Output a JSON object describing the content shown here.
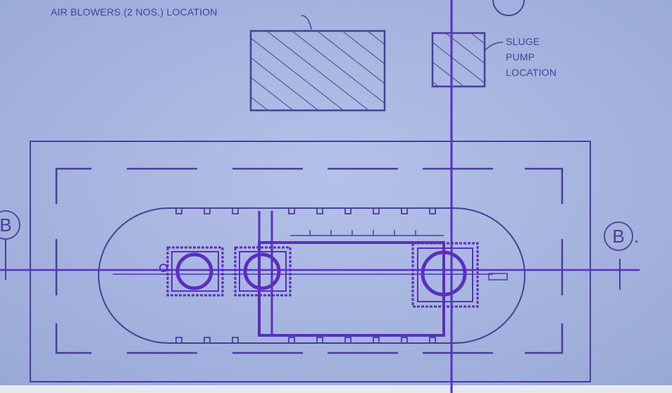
{
  "labels": {
    "air_blowers": "AIR BLOWERS (2 NOS.) LOCATION",
    "sludge_line1": "SLUGE",
    "sludge_line2": "PUMP",
    "sludge_line3": "LOCATION",
    "section_left": "B",
    "section_right": "B",
    "section_right_dot": "."
  },
  "colors": {
    "paper": "#aab8e0",
    "ink": "#4a3d9a",
    "ink_strong": "#5b2ec0"
  }
}
